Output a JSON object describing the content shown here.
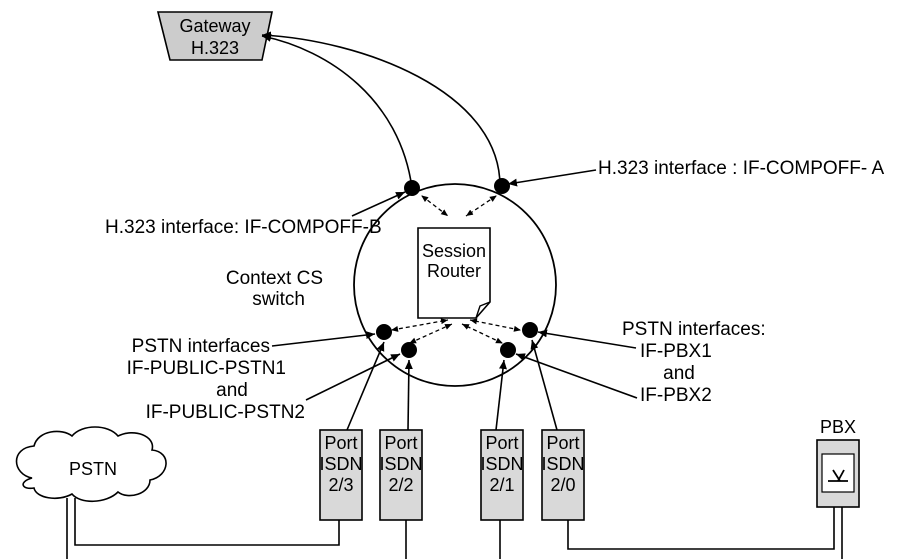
{
  "gateway": {
    "line1": "Gateway",
    "line2": "H.323"
  },
  "labels": {
    "h323_a": "H.323 interface : IF-COMPOFF- A",
    "h323_b": "H.323 interface: IF-COMPOFF-B",
    "context_line1": "Context CS",
    "context_line2": "switch",
    "pstn_left_1": "PSTN interfaces",
    "pstn_left_2": "IF-PUBLIC-PSTN1",
    "pstn_left_3": "and",
    "pstn_left_4": "IF-PUBLIC-PSTN2",
    "pstn_right_1": "PSTN interfaces:",
    "pstn_right_2": "IF-PBX1",
    "pstn_right_3": "and",
    "pstn_right_4": "IF-PBX2"
  },
  "session_router": {
    "line1": "Session",
    "line2": "Router"
  },
  "ports": [
    {
      "line1": "Port",
      "line2": "ISDN",
      "line3": "2/3"
    },
    {
      "line1": "Port",
      "line2": "ISDN",
      "line3": "2/2"
    },
    {
      "line1": "Port",
      "line2": "ISDN",
      "line3": "2/1"
    },
    {
      "line1": "Port",
      "line2": "ISDN",
      "line3": "2/0"
    }
  ],
  "pstn_cloud": "PSTN",
  "pbx": {
    "label": "PBX",
    "symbol": "switch-icon"
  },
  "colors": {
    "gateway_fill": "#cccccc",
    "port_fill": "#d9d9d9",
    "pbx_fill": "#d9d9d9"
  }
}
